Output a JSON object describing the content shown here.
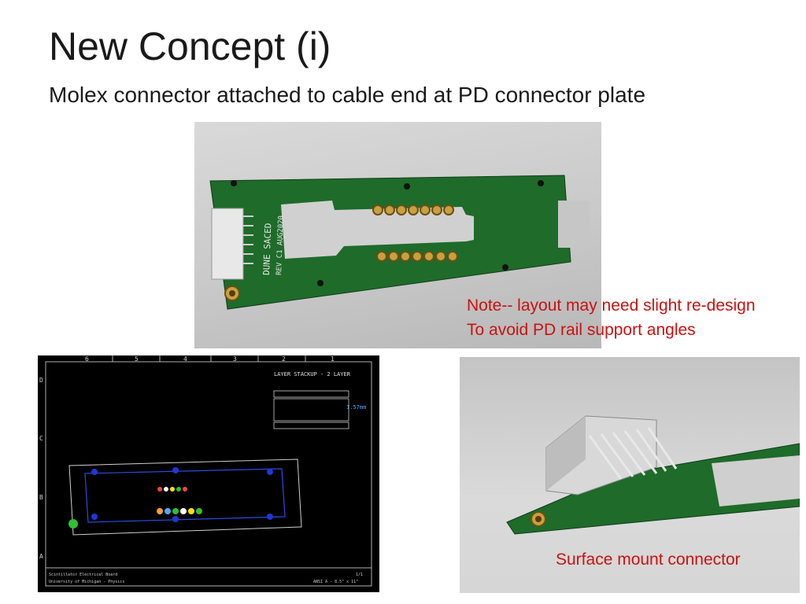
{
  "slide": {
    "title": "New Concept (i)",
    "subtitle": "Molex connector attached to cable end at PD connector plate",
    "note_line1": "Note--  layout may need slight re-design",
    "note_line2": "To avoid PD rail support angles",
    "caption": "Surface mount connector"
  },
  "colors": {
    "text": "#1a1a1a",
    "accent_red": "#cc1111",
    "pcb_green": "#1e6b2a"
  },
  "images": {
    "render_top": {
      "label_board": "DUNE SACED",
      "label_rev": "REV C1 AUG2020"
    },
    "drawing": {
      "stackup_title": "LAYER STACKUP - 2 LAYER",
      "thickness": "1.57mm",
      "col_labels": [
        "6",
        "5",
        "4",
        "3",
        "2",
        "1"
      ],
      "row_labels": [
        "D",
        "C",
        "B",
        "A"
      ],
      "title_block_title": "Scintillator Electrical Board",
      "title_block_company": "University of Michigan - Physics",
      "title_block_size": "ANSI A - 8.5\" x 11\"",
      "title_block_sheet": "1/1"
    }
  }
}
